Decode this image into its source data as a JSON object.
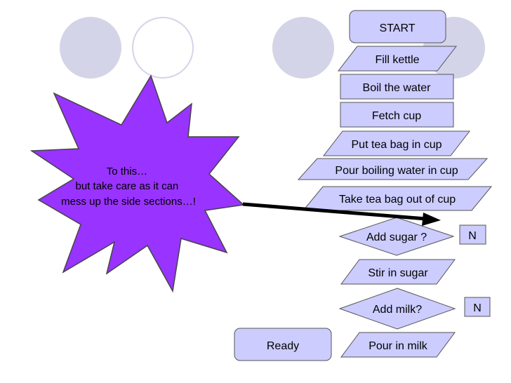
{
  "colors": {
    "node_fill": "#ccccff",
    "node_stroke": "#555555",
    "burst_fill": "#9933ff",
    "decoration": "#d4d4e8",
    "arrow": "#000000"
  },
  "callout": {
    "lines": [
      "To this…",
      "but take care as it can",
      "mess up the side sections…!"
    ]
  },
  "flow": {
    "start": "START",
    "fill_kettle": "Fill kettle",
    "boil_water": "Boil the water",
    "fetch_cup": "Fetch cup",
    "put_tea_bag": "Put tea bag in cup",
    "pour_boiling": "Pour boiling water in cup",
    "take_tea_bag": "Take tea bag out of cup",
    "add_sugar": "Add sugar ?",
    "stir_sugar": "Stir in sugar",
    "add_milk": "Add milk?",
    "pour_milk": "Pour in milk",
    "ready": "Ready",
    "no_sugar": "N",
    "no_milk": "N"
  }
}
